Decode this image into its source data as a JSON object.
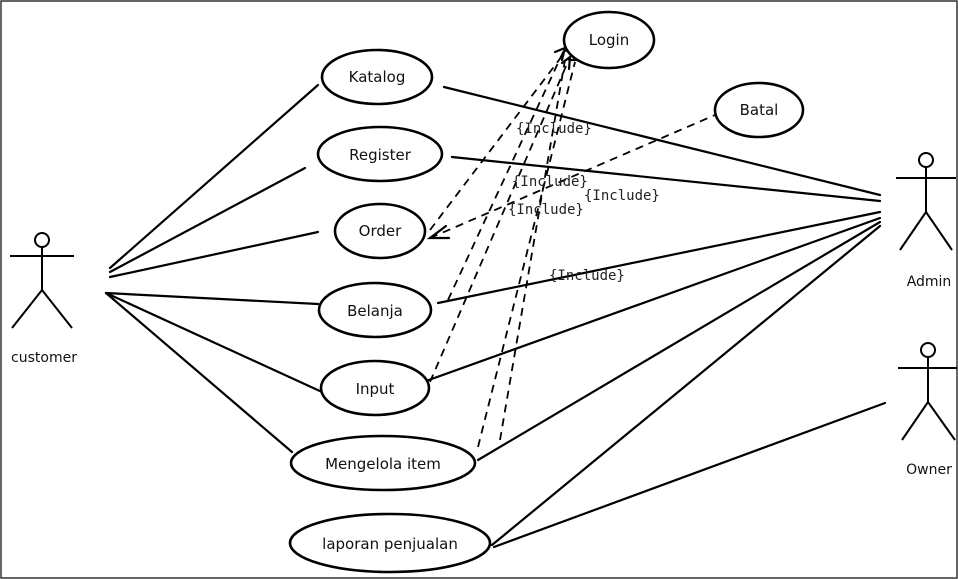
{
  "actors": {
    "customer": "customer",
    "admin": "Admin",
    "owner": "Owner"
  },
  "use_cases": {
    "login": "Login",
    "katalog": "Katalog",
    "batal": "Batal",
    "register": "Register",
    "order": "Order",
    "belanja": "Belanja",
    "input": "Input",
    "mengelola_item": "Mengelola item",
    "laporan_penjualan": "laporan penjualan"
  },
  "relations": {
    "include_1": "{Include}",
    "include_2": "{Include}",
    "include_3": "{Include}",
    "include_4": "{Include}",
    "include_5": "{Include}"
  }
}
